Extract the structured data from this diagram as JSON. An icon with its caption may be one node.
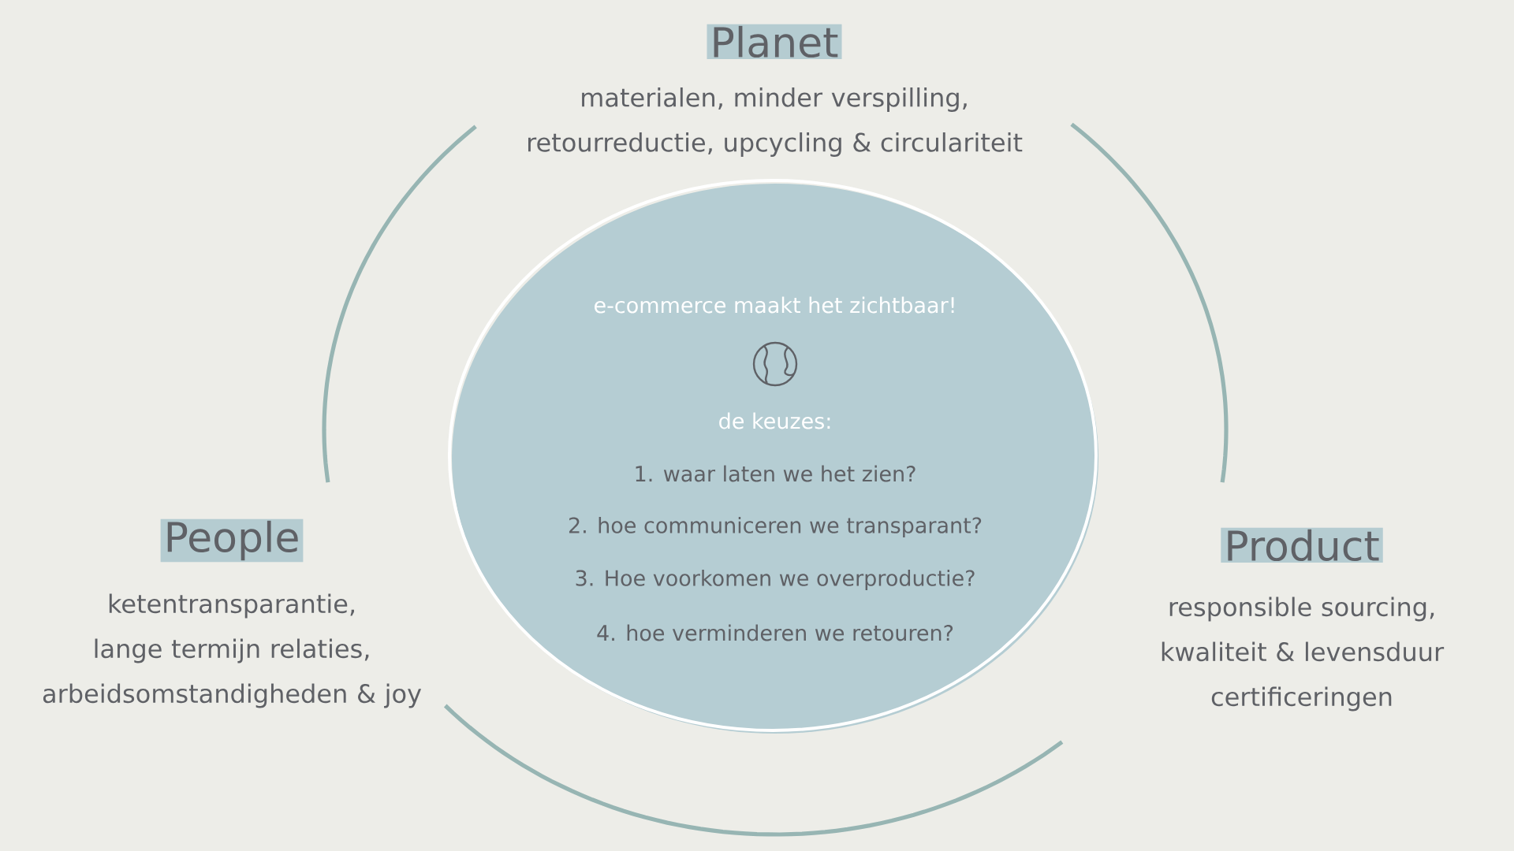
{
  "diagram": {
    "nodes": [
      {
        "text": [
          "Planet"
        ],
        "beside": [
          "materialen, minder verspilling, retourreductie, upcycling & circulariteit"
        ]
      },
      {
        "text": [
          "e-commerce maakt het zichtbaar!",
          "de keuzes:",
          "1. waar laten we het zien?",
          "2. hoe communiceren we transparant?",
          "3. Hoe voorkomen we overproductie?",
          "4. hoe verminderen we retouren?"
        ]
      },
      {
        "text": [
          "People"
        ],
        "beside": [
          "ketentransparantie, lange termijn relaties, arbeidsomstandigheden & joy"
        ]
      },
      {
        "text": [
          "Product"
        ],
        "beside": [
          "responsible sourcing, kwaliteit & levensduur certificeringen"
        ]
      }
    ]
  }
}
